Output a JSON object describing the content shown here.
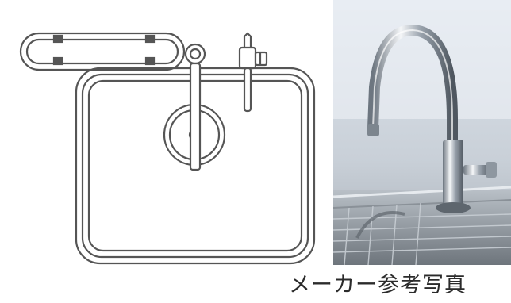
{
  "figure": {
    "caption": "メーカー参考写真",
    "line_drawing": {
      "subject": "sink-plan-view",
      "parts": [
        "dish-rack",
        "sink-basin",
        "drain",
        "faucet",
        "water-purifier-tap"
      ],
      "stroke_color": "#555555"
    },
    "photo": {
      "subject": "gooseneck-faucet",
      "colors": {
        "sky": "#dfe6ee",
        "chrome": "#b9c1ca",
        "counter": "#8d949b"
      }
    }
  }
}
